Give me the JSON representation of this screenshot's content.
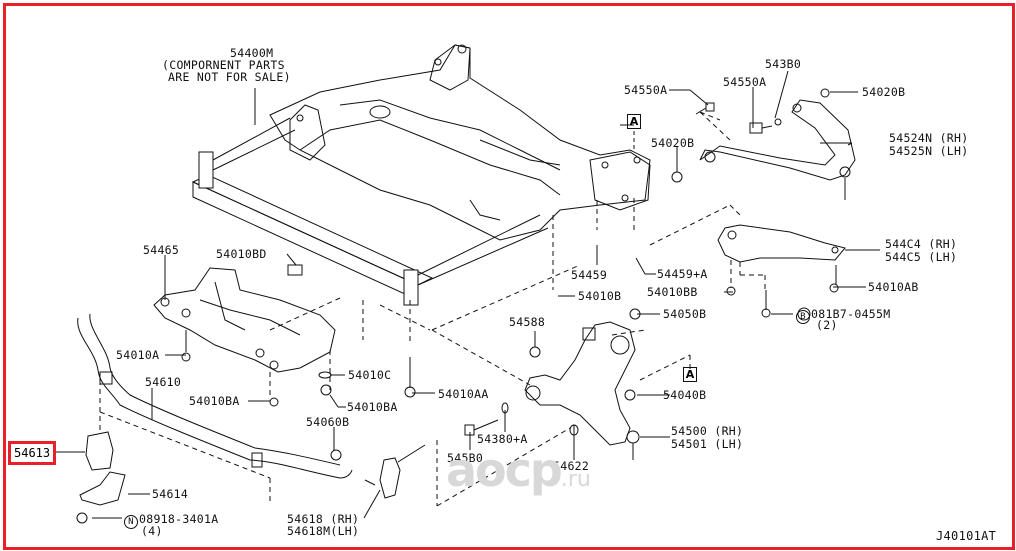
{
  "diagram": {
    "type": "exploded parts diagram",
    "subject": "Front suspension member, stabilizer bar and transverse links",
    "drawing_code": "J40101AT",
    "highlighted_part": "54613",
    "colors": {
      "frame": "#e8202a",
      "line": "#111111",
      "watermark": "#d8d8d8"
    },
    "watermark": {
      "main": "aocp",
      "suffix": ".ru"
    },
    "reference_marks": {
      "A": "A",
      "B": "B",
      "N": "N"
    }
  },
  "parts": {
    "p54400M": "54400M",
    "p54400M_note1": "(COMPORNENT PARTS",
    "p54400M_note2": "ARE NOT FOR SALE)",
    "p54550A_1": "54550A",
    "p54550A_2": "54550A",
    "p543B0": "543B0",
    "p54020B_1": "54020B",
    "p54020B_2": "54020B",
    "p54524N": "54524N (RH)",
    "p54525N": "54525N (LH)",
    "p544C4": "544C4 (RH)",
    "p544C5": "544C5 (LH)",
    "p54010AB": "54010AB",
    "p081B7": "081B7-0455M",
    "p081B7_qty": "(2)",
    "p54459": "54459",
    "p54459A": "54459+A",
    "p54010B": "54010B",
    "p54010BB": "54010BB",
    "p54050B": "54050B",
    "p54588": "54588",
    "p54040B": "54040B",
    "p54500": "54500 (RH)",
    "p54501": "54501 (LH)",
    "p54622": "54622",
    "p54380A": "54380+A",
    "p545B0": "545B0",
    "p54465": "54465",
    "p54010BD": "54010BD",
    "p54010A": "54010A",
    "p54610": "54610",
    "p54010BA_1": "54010BA",
    "p54010BA_2": "54010BA",
    "p54010C": "54010C",
    "p54010AA": "54010AA",
    "p54060B": "54060B",
    "p54613": "54613",
    "p54614": "54614",
    "p08918": "08918-3401A",
    "p08918_qty": "(4)",
    "p54618": "54618 (RH)",
    "p54618M": "54618M(LH)"
  }
}
